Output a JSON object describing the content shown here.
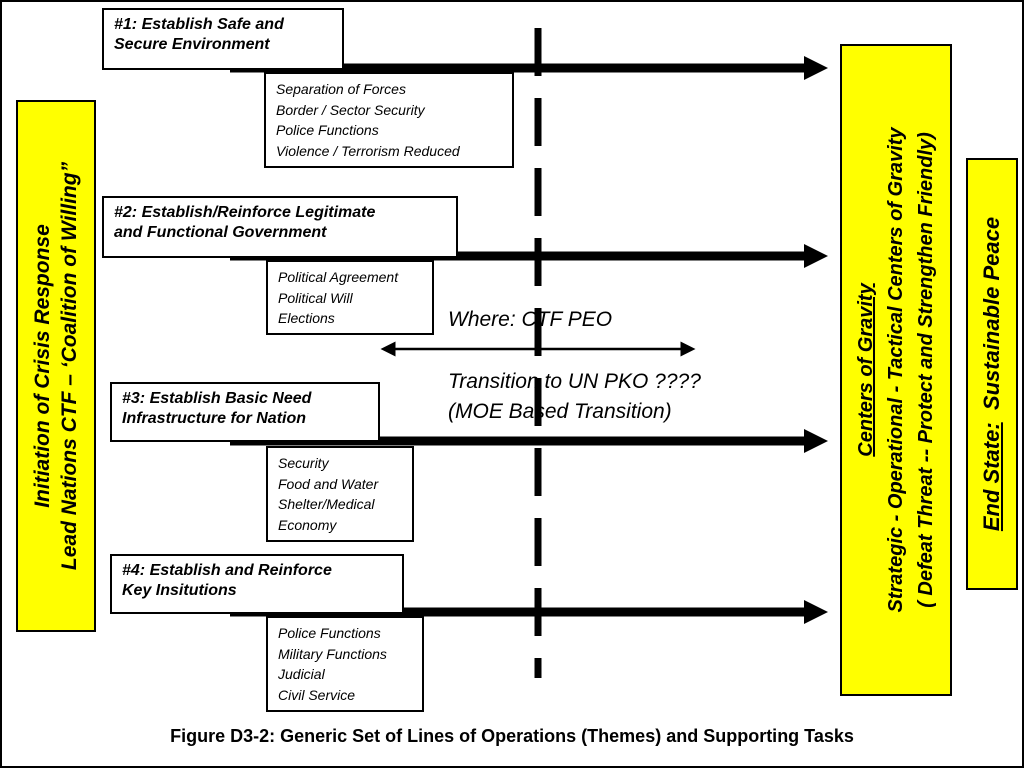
{
  "left_banner": {
    "line1": "Initiation of Crisis Response",
    "line2": "Lead Nations CTF – ‘Coalition of Willing”"
  },
  "lines_of_operation": [
    {
      "label_line1": "#1: Establish Safe and",
      "label_line2": "Secure Environment",
      "tasks": [
        "Separation of Forces",
        "Border / Sector Security",
        "Police Functions",
        "Violence / Terrorism Reduced"
      ]
    },
    {
      "label_line1": "#2: Establish/Reinforce Legitimate",
      "label_line2": "and Functional Government",
      "tasks": [
        "Political Agreement",
        "Political Will",
        "Elections"
      ]
    },
    {
      "label_line1": "#3: Establish Basic Need",
      "label_line2": "Infrastructure for Nation",
      "tasks": [
        "Security",
        "Food and Water",
        "Shelter/Medical",
        "Economy"
      ]
    },
    {
      "label_line1": "#4: Establish and Reinforce",
      "label_line2": "Key Insitutions",
      "tasks": [
        "Police Functions",
        "Military Functions",
        "Judicial",
        "Civil Service"
      ]
    }
  ],
  "transition": {
    "where": "Where:  CTF PEO",
    "line1": "Transition to UN PKO  ????",
    "line2": "(MOE Based Transition)"
  },
  "centers_of_gravity": {
    "title": "Centers of Gravity",
    "line2": "Strategic - Operational - Tactical Centers of Gravity",
    "line3": "( Defeat Threat  -- Protect and Strengthen Friendly)"
  },
  "end_state": {
    "label": "End State:",
    "value": "  Sustainable Peace"
  },
  "caption": "Figure D3-2: Generic Set of Lines of Operations (Themes) and Supporting Tasks",
  "colors": {
    "banner_fill": "#ffff00",
    "stroke": "#000000"
  }
}
